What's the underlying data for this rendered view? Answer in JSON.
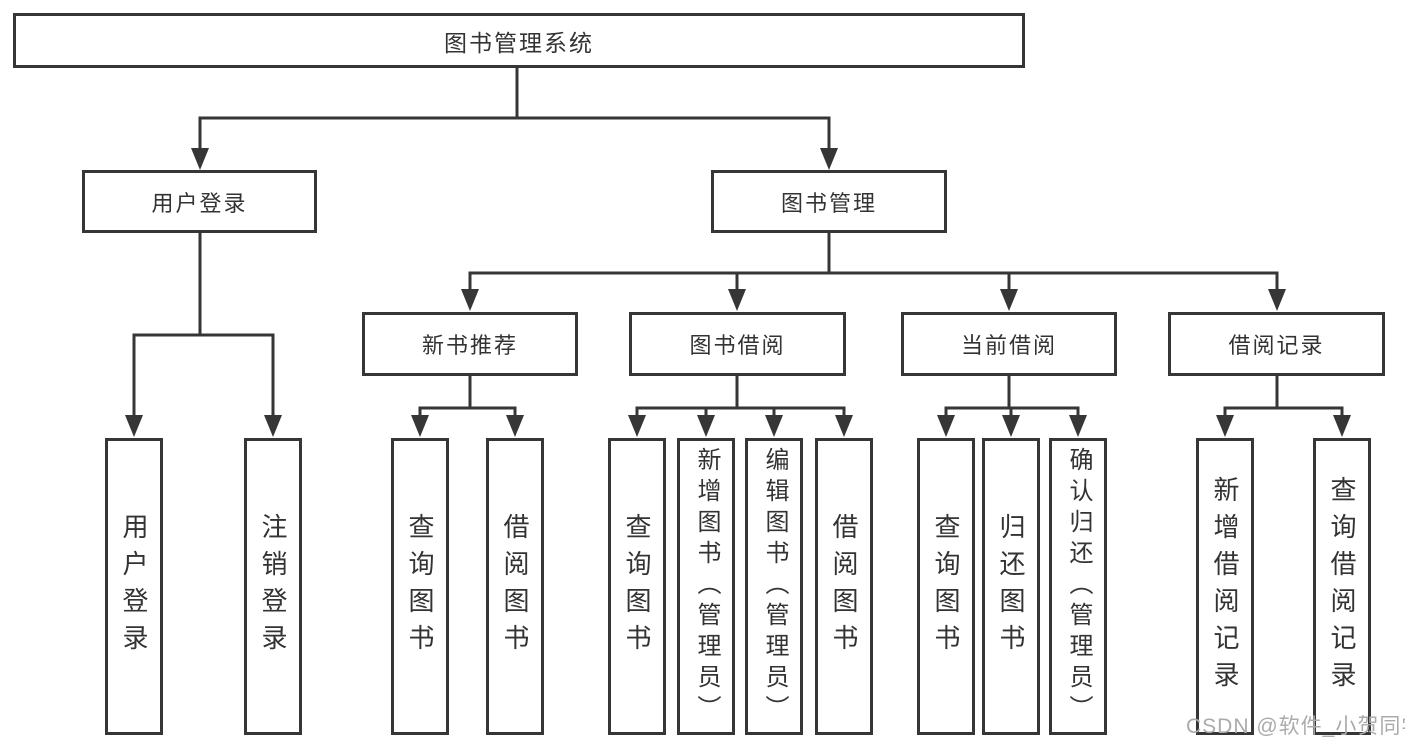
{
  "colors": {
    "line": "#363636",
    "box_border": "#363636",
    "box_background": "#ffffff",
    "text": "#333333",
    "watermark": "#ababab"
  },
  "watermark": "CSDN @软件_小贺同学",
  "tree": {
    "root": {
      "label": "图书管理系统"
    },
    "children": [
      {
        "label": "用户登录",
        "children": [
          {
            "label": "用户登录"
          },
          {
            "label": "注销登录"
          }
        ]
      },
      {
        "label": "图书管理",
        "children": [
          {
            "label": "新书推荐",
            "children": [
              {
                "label": "查询图书"
              },
              {
                "label": "借阅图书"
              }
            ]
          },
          {
            "label": "图书借阅",
            "children": [
              {
                "label": "查询图书"
              },
              {
                "label": "新增图书（管理员）"
              },
              {
                "label": "编辑图书（管理员）"
              },
              {
                "label": "借阅图书"
              }
            ]
          },
          {
            "label": "当前借阅",
            "children": [
              {
                "label": "查询图书"
              },
              {
                "label": "归还图书"
              },
              {
                "label": "确认归还（管理员）"
              }
            ]
          },
          {
            "label": "借阅记录",
            "children": [
              {
                "label": "新增借阅记录"
              },
              {
                "label": "查询借阅记录"
              }
            ]
          }
        ]
      }
    ]
  }
}
